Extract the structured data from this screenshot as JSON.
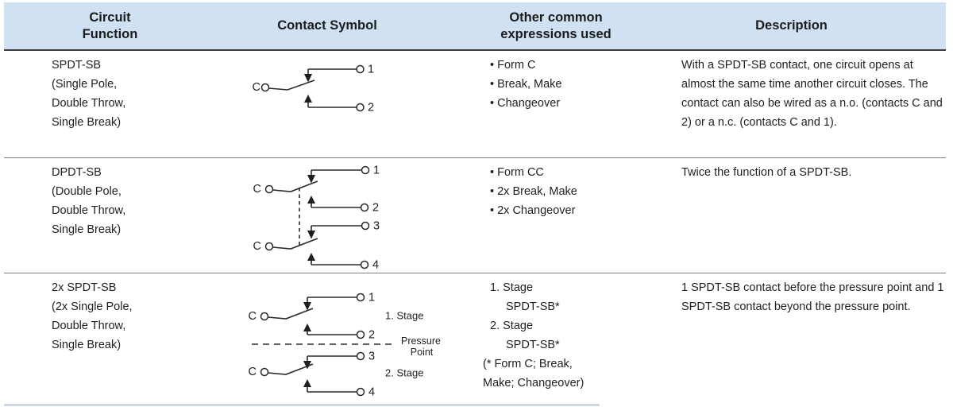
{
  "header": {
    "col1": "Circuit Function",
    "col2": "Contact Symbol",
    "col3": "Other common expressions used",
    "col4": "Description"
  },
  "rows": [
    {
      "function_lines": [
        "SPDT-SB",
        "(Single Pole,",
        "Double Throw,",
        "Single Break)"
      ],
      "symbol": {
        "c_labels": [
          "C"
        ],
        "terminals": [
          "1",
          "2"
        ]
      },
      "expressions": [
        "• Form C",
        "• Break, Make",
        "• Changeover"
      ],
      "description": "With a SPDT-SB contact, one circuit opens at almost the same time another circuit closes. The contact can also be wired as a n.o. (contacts C and 2) or a n.c. (contacts C and 1)."
    },
    {
      "function_lines": [
        "DPDT-SB",
        "(Double Pole,",
        "Double Throw,",
        "Single Break)"
      ],
      "symbol": {
        "c_labels": [
          "C",
          "C"
        ],
        "terminals": [
          "1",
          "2",
          "3",
          "4"
        ]
      },
      "expressions": [
        "• Form CC",
        "• 2x Break, Make",
        "• 2x Changeover"
      ],
      "description": "Twice the function of a SPDT-SB."
    },
    {
      "function_lines": [
        "2x SPDT-SB",
        "(2x Single Pole,",
        "Double Throw,",
        "Single Break)"
      ],
      "symbol": {
        "c_labels": [
          "C",
          "C"
        ],
        "terminals": [
          "1",
          "2",
          "3",
          "4"
        ],
        "stage1_label": "1. Stage",
        "stage2_label": "2. Stage",
        "pressure_line1": "Pressure",
        "pressure_line2": "Point"
      },
      "expressions": [
        "1. Stage",
        "SPDT-SB*",
        "2. Stage",
        "SPDT-SB*",
        "(* Form C; Break,",
        "Make; Changeover)"
      ],
      "description": "1 SPDT-SB contact before the pressure point and 1 SPDT-SB contact beyond the pressure point."
    }
  ]
}
